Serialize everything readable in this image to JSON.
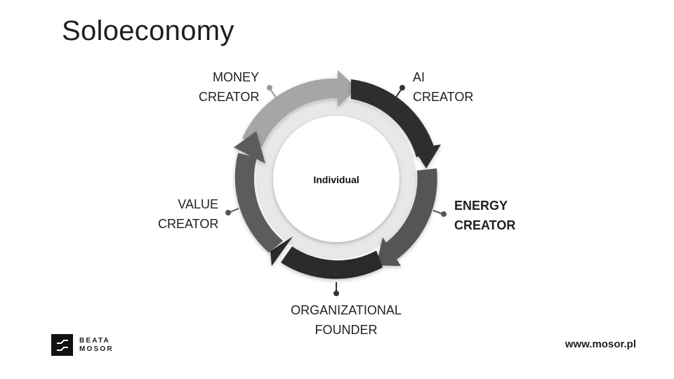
{
  "slide": {
    "title": "Soloeconomy"
  },
  "diagram": {
    "center": "Individual",
    "stages": [
      {
        "line1": "MONEY",
        "line2": "CREATOR"
      },
      {
        "line1": "AI",
        "line2": "CREATOR"
      },
      {
        "line1": "ENERGY",
        "line2": "CREATOR"
      },
      {
        "line1": "ORGANIZATIONAL",
        "line2": "FOUNDER"
      },
      {
        "line1": "VALUE",
        "line2": "CREATOR"
      }
    ],
    "colors": {
      "segment_money": "#a6a6a6",
      "segment_ai": "#2f2f2f",
      "segment_energy": "#555555",
      "segment_org": "#2b2b2b",
      "segment_value": "#5c5c5c",
      "inner_ring": "#e8e8e8",
      "center_fill": "#ffffff"
    }
  },
  "footer": {
    "logo_line1": "BEATA",
    "logo_line2": "MOSOR",
    "website": "www.mosor.pl"
  }
}
